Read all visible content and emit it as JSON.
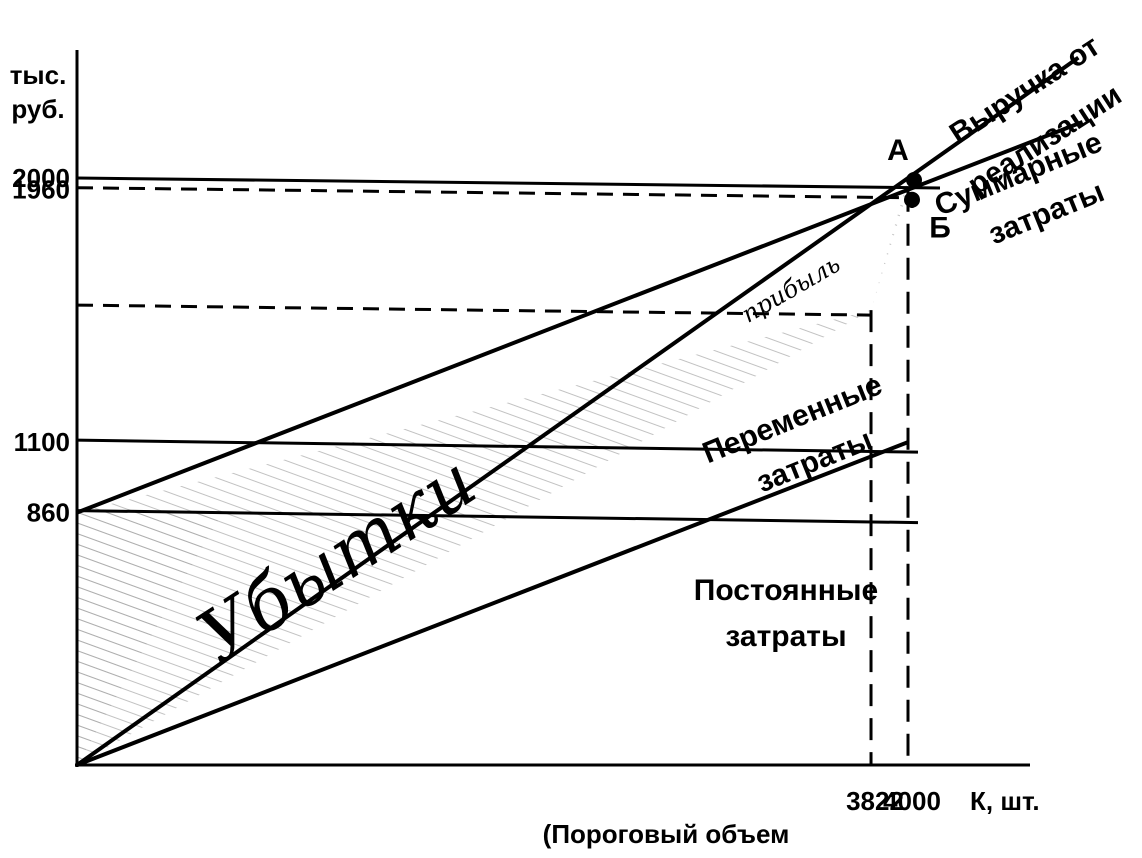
{
  "chart_data": {
    "type": "line",
    "xlabel": "К, шт.",
    "ylabel_line1": "тыс.",
    "ylabel_line2": "руб.",
    "xlim": [
      0,
      4000
    ],
    "ylim": [
      0,
      2000
    ],
    "x_ticks": [
      {
        "value": 3822,
        "label": "3822"
      },
      {
        "value": 4000,
        "label": "4000"
      }
    ],
    "x_tick_note": "(Пороговый объем",
    "y_ticks": [
      {
        "value": 2000,
        "label": "2000"
      },
      {
        "value": 1960,
        "label": "1960"
      },
      {
        "value": 1100,
        "label": "1100"
      },
      {
        "value": 860,
        "label": "860"
      }
    ],
    "breakeven_value": 1550,
    "series": [
      {
        "key": "revenue",
        "label_line1": "Выручка от",
        "label_line2": "реализации",
        "x": [
          0,
          4000
        ],
        "y": [
          0,
          2000
        ]
      },
      {
        "key": "total_costs",
        "label_line1": "Суммарные",
        "label_line2": "затраты",
        "x": [
          0,
          4000
        ],
        "y": [
          860,
          1960
        ]
      },
      {
        "key": "variable_costs",
        "label_line1": "Переменные",
        "label_line2": "затраты",
        "x": [
          0,
          4000
        ],
        "y": [
          0,
          1100
        ]
      },
      {
        "key": "fixed_costs",
        "label_line1": "Постоянные",
        "label_line2": "затраты",
        "x": [
          0,
          4000
        ],
        "y": [
          860,
          860
        ]
      }
    ],
    "points": [
      {
        "key": "A",
        "label": "А",
        "x": 4000,
        "y": 2000
      },
      {
        "key": "B",
        "label": "Б",
        "x": 4000,
        "y": 1960
      }
    ],
    "annotations": {
      "loss": "Убытки",
      "profit": "прибыль"
    }
  }
}
